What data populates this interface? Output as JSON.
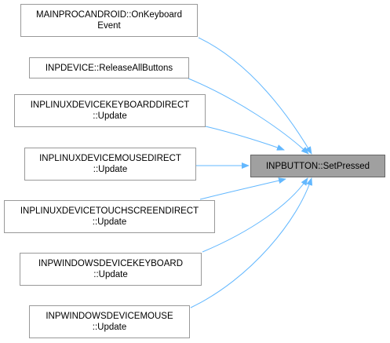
{
  "target": {
    "label": "INPBUTTON::SetPressed"
  },
  "callers": [
    {
      "line1": "MAINPROCANDROID::OnKeyboard",
      "line2": "Event"
    },
    {
      "line1": "INPDEVICE::ReleaseAllButtons",
      "line2": ""
    },
    {
      "line1": "INPLINUXDEVICEKEYBOARDDIRECT",
      "line2": "::Update"
    },
    {
      "line1": "INPLINUXDEVICEMOUSEDIRECT",
      "line2": "::Update"
    },
    {
      "line1": "INPLINUXDEVICETOUCHSCREENDIRECT",
      "line2": "::Update"
    },
    {
      "line1": "INPWINDOWSDEVICEKEYBOARD",
      "line2": "::Update"
    },
    {
      "line1": "INPWINDOWSDEVICEMOUSE",
      "line2": "::Update"
    }
  ],
  "colors": {
    "edge": "#63b8ff",
    "target_fill": "#a0a0a0",
    "node_border": "#999999"
  }
}
